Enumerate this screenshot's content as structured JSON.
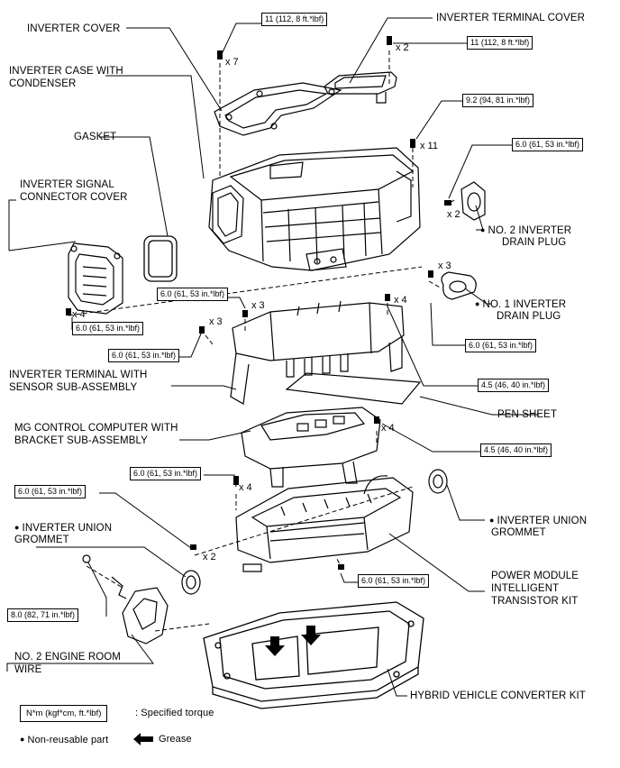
{
  "labels": {
    "inverter_cover": "INVERTER COVER",
    "inverter_case_1": "INVERTER CASE WITH",
    "inverter_case_2": "CONDENSER",
    "gasket": "GASKET",
    "signal_cover_1": "INVERTER SIGNAL",
    "signal_cover_2": "CONNECTOR COVER",
    "terminal_sensor_1": "INVERTER TERMINAL WITH",
    "terminal_sensor_2": "SENSOR SUB-ASSEMBLY",
    "mg_computer_1": "MG CONTROL COMPUTER WITH",
    "mg_computer_2": "BRACKET SUB-ASSEMBLY",
    "union_grommet_left_1": "INVERTER UNION",
    "union_grommet_left_2": "GROMMET",
    "engine_room_wire_1": "NO. 2 ENGINE ROOM",
    "engine_room_wire_2": "WIRE",
    "inverter_terminal_cover": "INVERTER TERMINAL COVER",
    "drain_plug_2_1": "NO. 2 INVERTER",
    "drain_plug_2_2": "DRAIN PLUG",
    "drain_plug_1_1": "NO. 1 INVERTER",
    "drain_plug_1_2": "DRAIN PLUG",
    "pen_sheet": "PEN SHEET",
    "union_grommet_right_1": "INVERTER UNION",
    "union_grommet_right_2": "GROMMET",
    "power_module_1": "POWER MODULE",
    "power_module_2": "INTELLIGENT",
    "power_module_3": "TRANSISTOR KIT",
    "converter_kit": "HYBRID VEHICLE CONVERTER KIT"
  },
  "torques": {
    "t_cover_top": "11 (112, 8 ft.*lbf)",
    "t_terminal_cover": "11 (112, 8 ft.*lbf)",
    "t_case": "9.2 (94, 81 in.*lbf)",
    "t_drain2": "6.0 (61, 53 in.*lbf)",
    "t_terminal_a": "6.0 (61, 53 in.*lbf)",
    "t_signal_cover": "6.0 (61, 53 in.*lbf)",
    "t_terminal_b": "6.0 (61, 53 in.*lbf)",
    "t_drain1": "6.0 (61, 53 in.*lbf)",
    "t_terminal_c": "4.5 (46, 40 in.*lbf)",
    "t_mg": "4.5 (46, 40 in.*lbf)",
    "t_power_a": "6.0 (61, 53 in.*lbf)",
    "t_power_b": "6.0 (61, 53 in.*lbf)",
    "t_power_c": "6.0 (61, 53 in.*lbf)",
    "t_wire": "8.0 (82, 71 in.*lbf)"
  },
  "quantities": {
    "q_cover": "x 7",
    "q_terminal_cover": "x 2",
    "q_case": "x 11",
    "q_drain2": "x 2",
    "q_signal": "x 4",
    "q_term_a": "x 3",
    "q_term_b": "x 3",
    "q_drain1": "x 3",
    "q_term_c": "x 4",
    "q_mg": "x 4",
    "q_power_a": "x 4",
    "q_power_b": "x 2"
  },
  "legend": {
    "torque_units": "N*m (kgf*cm, ft.*lbf)",
    "torque_desc": ": Specified torque",
    "nonreusable_desc": "Non-reusable part",
    "grease_desc": "Grease",
    "nonreusable_mark": "●"
  }
}
